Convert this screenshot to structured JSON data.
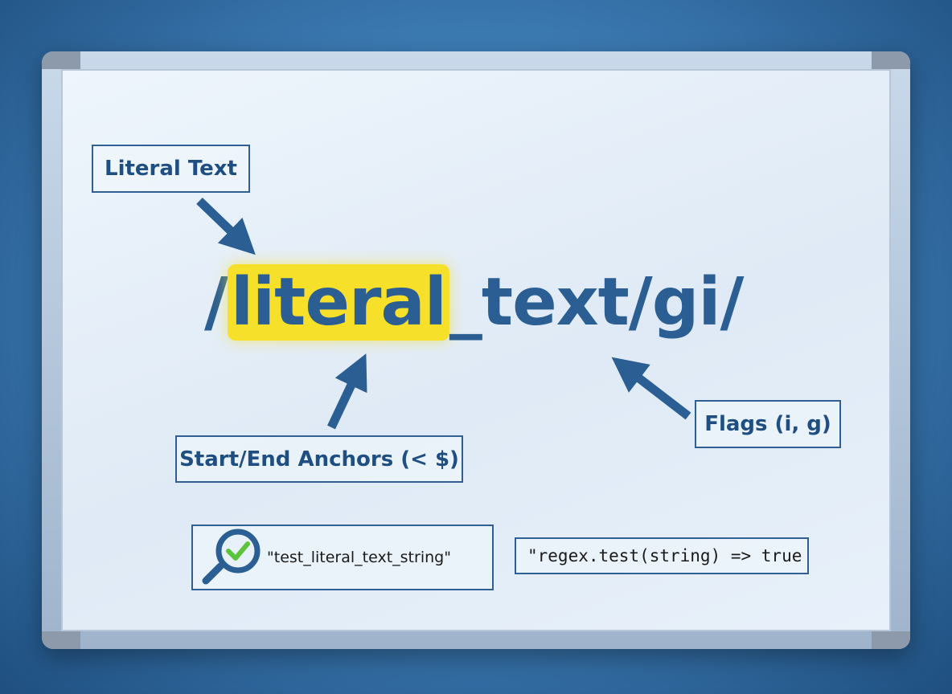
{
  "labels": {
    "literal_text": "Literal Text",
    "anchors": "Start/End Anchors (< $)",
    "flags": "Flags (i, g)"
  },
  "expression": {
    "open_slash": "/",
    "highlighted": "literal",
    "rest": "_text/gi/"
  },
  "test": {
    "string": "\"test_literal_text_string\"",
    "code": "\"regex.test(string) => true"
  },
  "colors": {
    "accent": "#2b5f93",
    "highlight": "#f6e02a",
    "check": "#5ac43c"
  },
  "icons": {
    "search": "magnifier-check-icon"
  }
}
